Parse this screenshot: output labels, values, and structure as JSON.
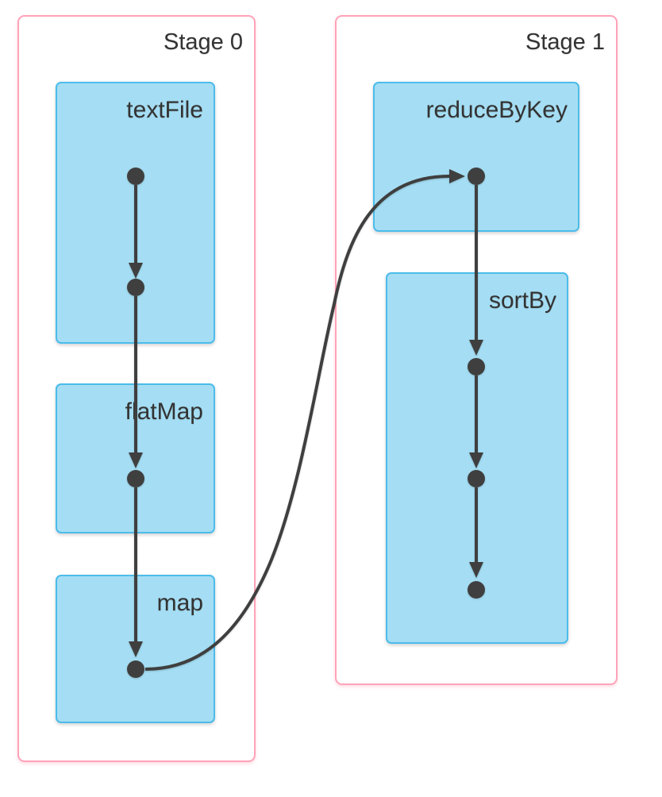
{
  "diagram": {
    "type": "spark-dag",
    "stages": [
      {
        "label": "Stage 0",
        "operations": [
          {
            "label": "textFile"
          },
          {
            "label": "flatMap"
          },
          {
            "label": "map"
          }
        ]
      },
      {
        "label": "Stage 1",
        "operations": [
          {
            "label": "reduceByKey"
          },
          {
            "label": "sortBy"
          }
        ]
      }
    ],
    "colors": {
      "stage_border": "#FFA3B8",
      "stage_fill": "#FFFFFF",
      "operation_fill": "#A5DEF4",
      "operation_border": "#4CBCEA",
      "edge": "#3F3F3F",
      "text": "#333333"
    }
  }
}
